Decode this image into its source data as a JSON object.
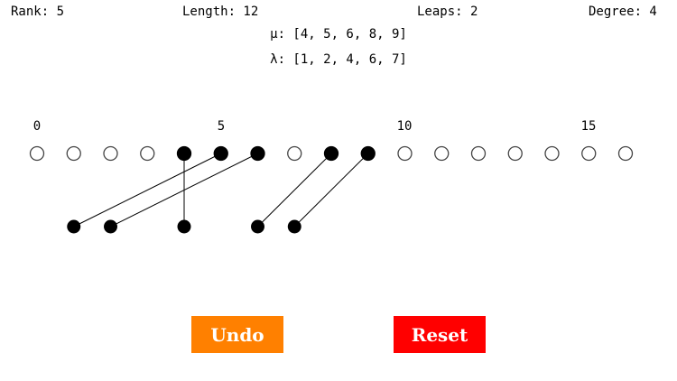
{
  "stats": {
    "rank": "Rank: 5",
    "length": "Length: 12",
    "leaps": "Leaps: 2",
    "degree": "Degree: 4"
  },
  "partitions": {
    "mu": "μ: [4, 5, 6, 8, 9]",
    "lambda": "λ: [1, 2, 4, 6, 7]"
  },
  "board": {
    "position_count": 17,
    "filled_top": [
      4,
      5,
      6,
      8,
      9
    ],
    "bottom_beads": [
      1,
      2,
      4,
      6,
      7
    ],
    "links": [
      [
        4,
        4
      ],
      [
        5,
        1
      ],
      [
        6,
        2
      ],
      [
        8,
        6
      ],
      [
        9,
        7
      ]
    ],
    "ticks": [
      "0",
      "5",
      "10",
      "15"
    ]
  },
  "buttons": {
    "undo": {
      "label": "Undo",
      "color": "#ff8000"
    },
    "reset": {
      "label": "Reset",
      "color": "#ff0000"
    }
  }
}
